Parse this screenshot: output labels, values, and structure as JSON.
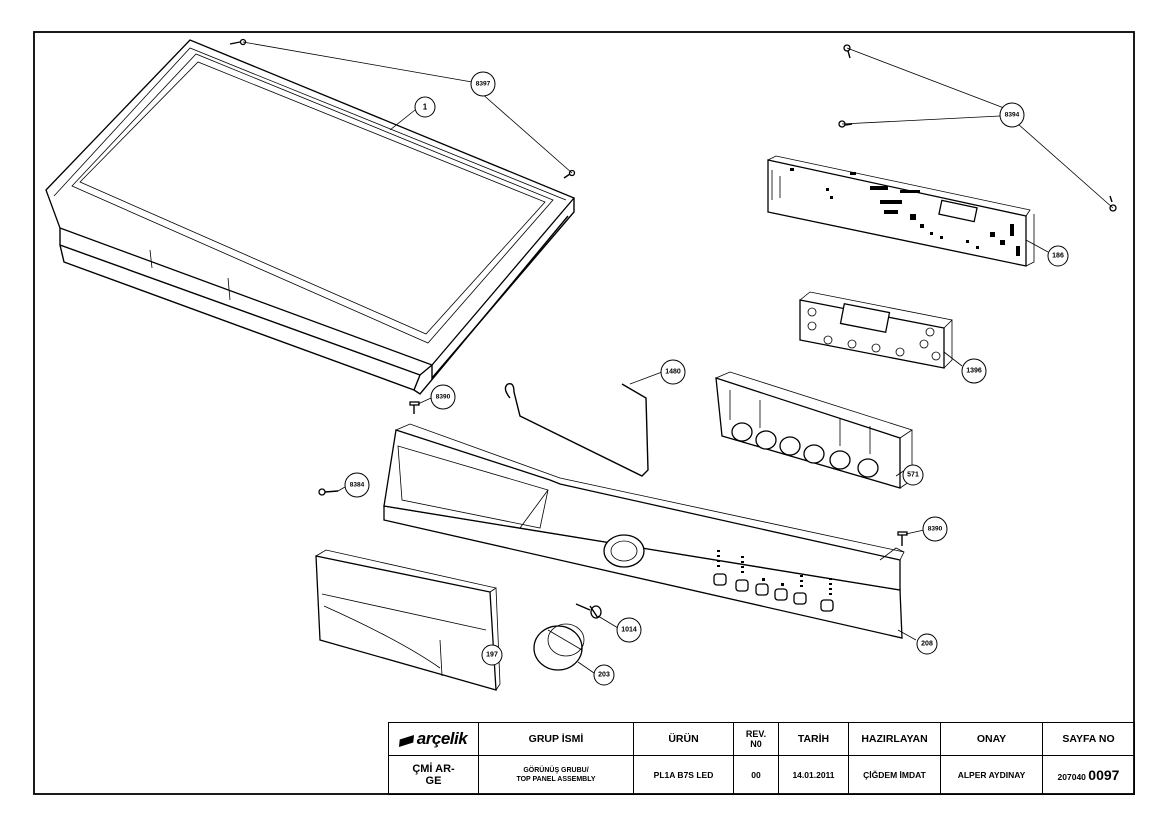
{
  "parts": {
    "p1": "1",
    "p8397": "8397",
    "p8394": "8394",
    "p186": "186",
    "p1396": "1396",
    "p1480": "1480",
    "p8390a": "8390",
    "p8390b": "8390",
    "p8384": "8384",
    "p571": "571",
    "p208": "208",
    "p1014": "1014",
    "p197": "197",
    "p203": "203"
  },
  "title_block": {
    "logo_text": "arçelik",
    "col_group": "GRUP İSMİ",
    "col_product": "ÜRÜN",
    "col_rev": "REV. N0",
    "col_date": "TARİH",
    "col_prepared": "HAZIRLAYAN",
    "col_approved": "ONAY",
    "col_page": "SAYFA NO",
    "cmi": "ÇMİ AR-GE",
    "group_line1": "GÖRÜNÜŞ GRUBU/",
    "group_line2": "TOP PANEL ASSEMBLY",
    "product": "PL1A B7S LED",
    "rev": "00",
    "date": "14.01.2011",
    "prepared": "ÇİĞDEM İMDAT",
    "approved": "ALPER AYDINAY",
    "page_prefix": "207040",
    "page_no": "0097"
  }
}
